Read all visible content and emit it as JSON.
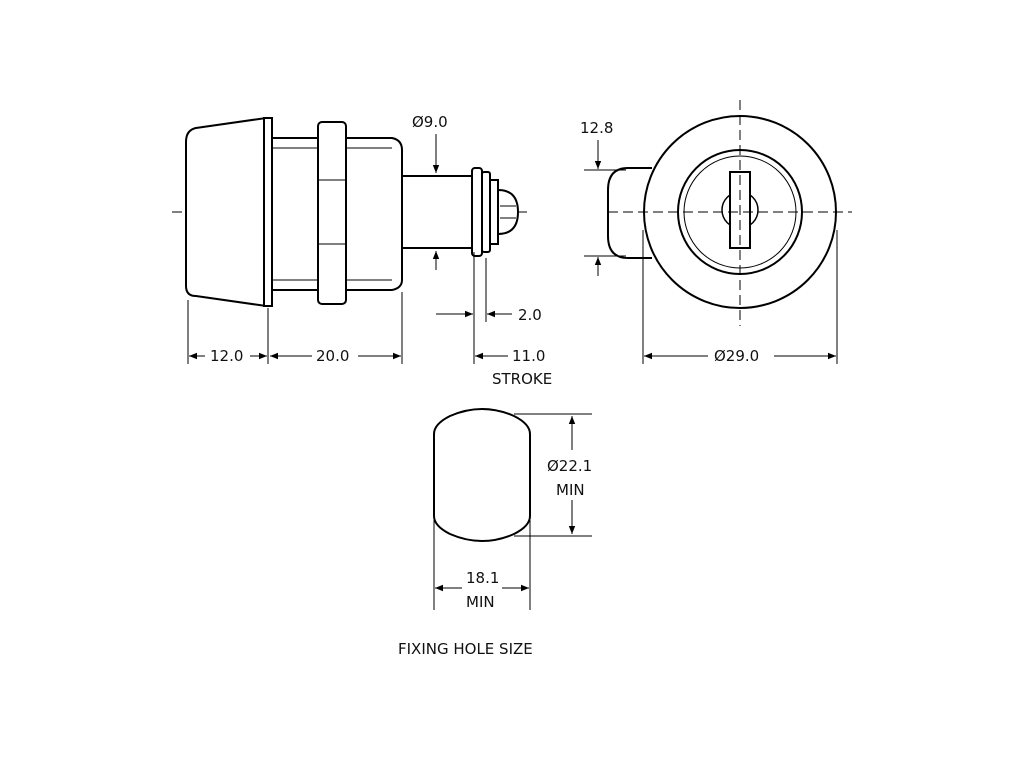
{
  "dimensions": {
    "bore_dia": "Ø9.0",
    "key_height": "12.8",
    "cap_length": "12.0",
    "body_length": "20.0",
    "tip_length": "2.0",
    "stroke_length": "11.0",
    "stroke_label": "STROKE",
    "face_dia": "Ø29.0",
    "hole_height": "Ø22.1",
    "hole_height_note": "MIN",
    "hole_width": "18.1",
    "hole_width_note": "MIN"
  },
  "captions": {
    "fixing_hole": "FIXING HOLE SIZE"
  },
  "colors": {
    "line": "#000000",
    "background": "#ffffff"
  }
}
